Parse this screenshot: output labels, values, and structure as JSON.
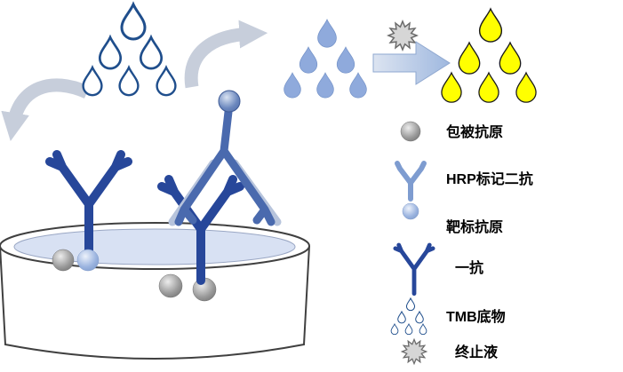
{
  "figure": {
    "kind": "ELISA assay process diagram"
  },
  "legend": {
    "items": [
      {
        "id": "coated-antigen",
        "label": "包被抗原",
        "icon": "gray-sphere-icon"
      },
      {
        "id": "hrp-secondary",
        "label": "HRP标记二抗",
        "icon": "light-blue-antibody-icon"
      },
      {
        "id": "target-antigen",
        "label": "靶标抗原",
        "icon": "light-blue-sphere-icon"
      },
      {
        "id": "primary-antibody",
        "label": "一抗",
        "icon": "dark-blue-antibody-icon"
      },
      {
        "id": "tmb-substrate",
        "label": "TMB底物",
        "icon": "outlined-drops-icon"
      },
      {
        "id": "stop-solution",
        "label": "终止液",
        "icon": "gray-starburst-icon"
      }
    ]
  },
  "colors": {
    "primary_antibody_blue": "#27479A",
    "drop_outline_blue": "#1F4E8C",
    "substrate_drop_blue": "#8FAADC",
    "product_drop_yellow": "#FFFF00",
    "secondary_antibody_steel": "#4A6AAE",
    "secondary_echo": "#B7C4DC",
    "arrow_gray": "#C7CEDB",
    "antigen_gray": "#8C8C8C",
    "well_liquid_blue": "#D8E1F3",
    "burst_gray": "#D6D6D6"
  }
}
